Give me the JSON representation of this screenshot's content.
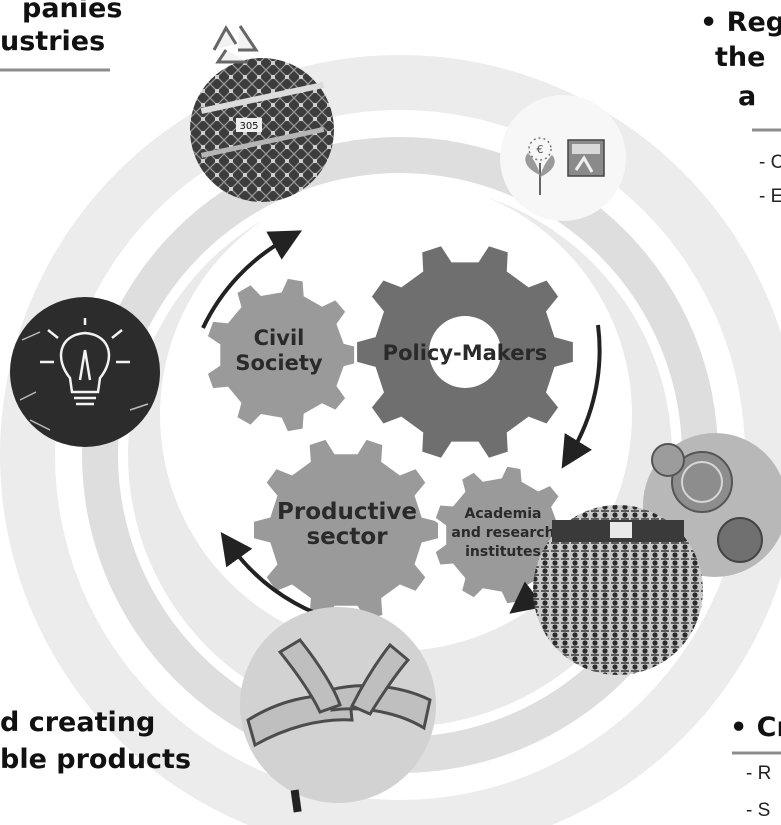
{
  "colors": {
    "page_bg": "#ffffff",
    "outer_ring": "#ececec",
    "ring_band": "#dedede",
    "inner_circle": "#ffffff",
    "gear_light": "#9a9a9a",
    "gear_dark": "#6f6f6f",
    "gear_text": "#2a2a2a",
    "arrow": "#222222",
    "rule": "#8c8c8c",
    "text": "#111111"
  },
  "left_top_heading": {
    "line1": "panies",
    "line2": "ustries"
  },
  "right_top_heading": {
    "line1": "• Reg",
    "line2": "the",
    "line3": "a"
  },
  "right_top_items": [
    "- C",
    "- E"
  ],
  "left_bottom_heading": {
    "line1": "d creating",
    "line2": "ble products"
  },
  "right_bottom_heading": {
    "line1": "• Cr"
  },
  "right_bottom_items": [
    "- R",
    "- S"
  ],
  "gears": {
    "civil_society": {
      "line1": "Civil",
      "line2": "Society"
    },
    "policy_makers": {
      "label": "Policy-Makers"
    },
    "productive_sector": {
      "line1": "Productive",
      "line2": "sector"
    },
    "academia": {
      "line1": "Academia",
      "line2": "and research",
      "line3": "institutes"
    }
  },
  "photos": {
    "recycling": {
      "icon": "recycle-icon"
    },
    "factory": {
      "sign": "305"
    },
    "ecolabel": {
      "icon": "eu-ecolabel-icon"
    },
    "lightbulb": {
      "icon": "lightbulb-icon"
    },
    "conference": {
      "icon": "audience-icon"
    },
    "hands": {
      "icon": "hands-icon"
    },
    "coins": {
      "icon": "coin-gear-icon"
    }
  }
}
